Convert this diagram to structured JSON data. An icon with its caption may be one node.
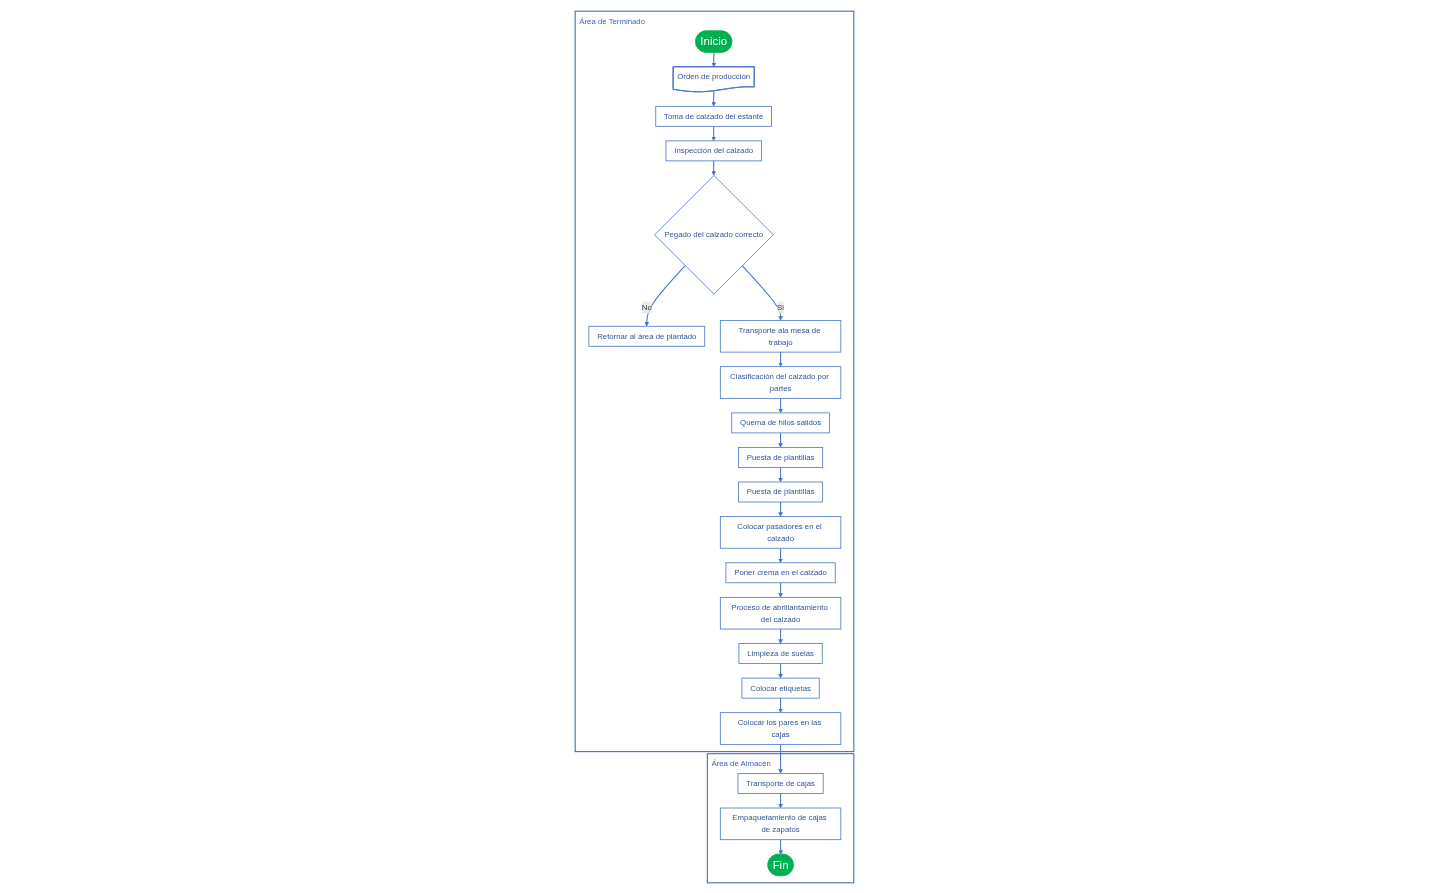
{
  "diagram": {
    "nodes": [
      {
        "text": [
          "Área de Terminado"
        ]
      },
      {
        "text": [
          "Área de Almacén"
        ]
      },
      {
        "text": [
          "Inicio"
        ],
        "in": 0
      },
      {
        "text": [
          "Orden de producción"
        ],
        "in": 0
      },
      {
        "text": [
          "Toma de calzado del estante"
        ],
        "in": 0
      },
      {
        "text": [
          "Inspección del calzado"
        ],
        "in": 0
      },
      {
        "text": [
          "Pegado del calzado correcto"
        ],
        "in": 0
      },
      {
        "text": [
          "Retornar al área de plantado"
        ],
        "in": 0
      },
      {
        "text": [
          "Transporte ala mesa de trabajo"
        ],
        "in": 0
      },
      {
        "text": [
          "Clasificación del calzado por partes"
        ],
        "in": 0
      },
      {
        "text": [
          "Quema de hilos salidos"
        ],
        "in": 0
      },
      {
        "text": [
          "Puesta de plantillas"
        ],
        "in": 0
      },
      {
        "text": [
          "Puesta de plantillas"
        ],
        "in": 0
      },
      {
        "text": [
          "Colocar pasadores en el calzado"
        ],
        "in": 0
      },
      {
        "text": [
          "Poner crema en el calzado"
        ],
        "in": 0
      },
      {
        "text": [
          "Proceso de abrillantamiento del calzado"
        ],
        "in": 0
      },
      {
        "text": [
          "Limpieza de suelas"
        ],
        "in": 0
      },
      {
        "text": [
          "Colocar etiquetas"
        ],
        "in": 0
      },
      {
        "text": [
          "Colocar los pares en las cajas"
        ],
        "in": 0
      },
      {
        "text": [
          "Transporte de cajas"
        ],
        "in": 1
      },
      {
        "text": [
          "Empaquetamiento de cajas de zapatos"
        ],
        "in": 1
      },
      {
        "text": [
          "Fin"
        ],
        "in": 1
      }
    ],
    "edges": [
      {
        "from": 2,
        "to": 3,
        "arrow": "to"
      },
      {
        "from": 3,
        "to": 4,
        "arrow": "to"
      },
      {
        "from": 4,
        "to": 5,
        "arrow": "to"
      },
      {
        "from": 5,
        "to": 6,
        "arrow": "to"
      },
      {
        "from": 6,
        "to": 7,
        "arrow": "to",
        "label": "No"
      },
      {
        "from": 6,
        "to": 8,
        "arrow": "to",
        "label": "Si"
      },
      {
        "from": 8,
        "to": 9,
        "arrow": "to"
      },
      {
        "from": 9,
        "to": 10,
        "arrow": "to"
      },
      {
        "from": 10,
        "to": 11,
        "arrow": "to"
      },
      {
        "from": 11,
        "to": 12,
        "arrow": "to"
      },
      {
        "from": 12,
        "to": 13,
        "arrow": "to"
      },
      {
        "from": 13,
        "to": 14,
        "arrow": "to"
      },
      {
        "from": 14,
        "to": 15,
        "arrow": "to"
      },
      {
        "from": 15,
        "to": 16,
        "arrow": "to"
      },
      {
        "from": 16,
        "to": 17,
        "arrow": "to"
      },
      {
        "from": 17,
        "to": 18,
        "arrow": "to"
      },
      {
        "from": 18,
        "to": 19,
        "arrow": "to"
      },
      {
        "from": 19,
        "to": 20,
        "arrow": "to"
      },
      {
        "from": 20,
        "to": 21,
        "arrow": "to"
      }
    ]
  }
}
